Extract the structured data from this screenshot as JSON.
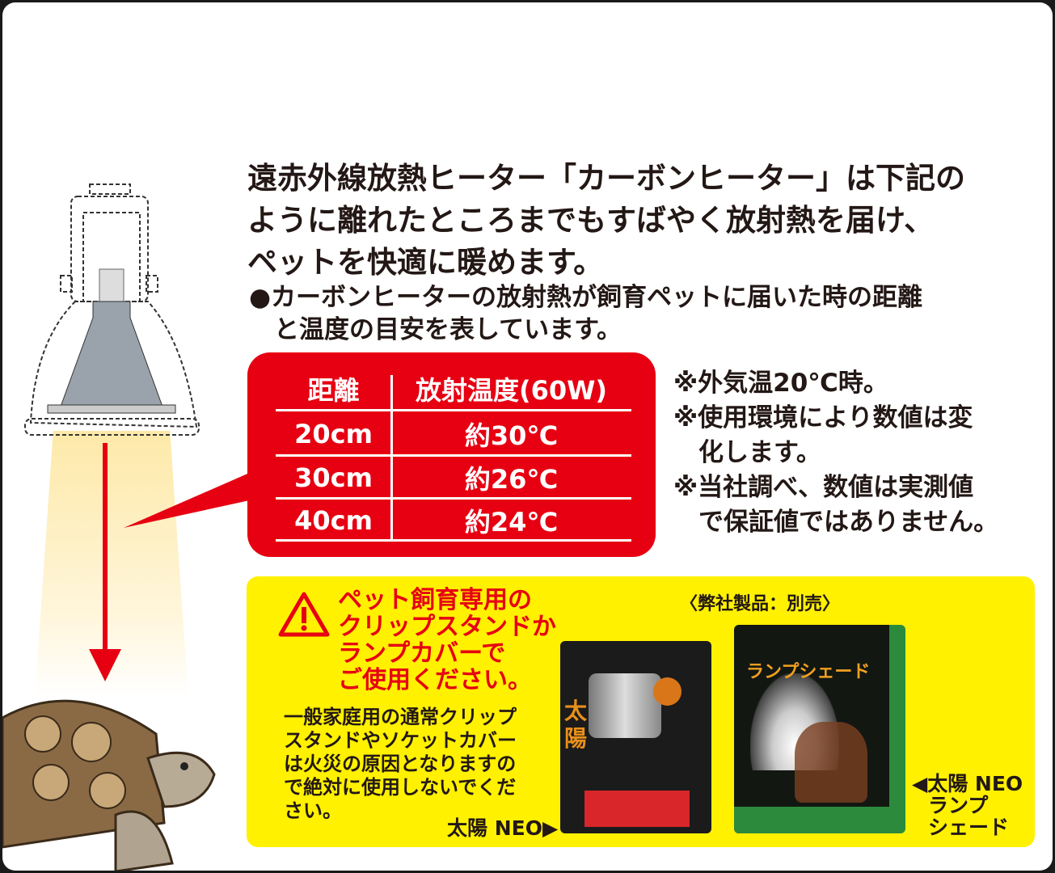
{
  "intro_lines": [
    "遠赤外線放熱ヒーター「カーボンヒーター」は下記の",
    "ように離れたところまでもすばやく放射熱を届け、",
    "ペットを快適に暖めます。"
  ],
  "note_lines": [
    "●カーボンヒーターの放射熱が飼育ペットに届いた時の距離",
    "　と温度の目安を表しています。"
  ],
  "table": {
    "headers": [
      "距離",
      "放射温度(60W)"
    ],
    "rows": [
      [
        "20cm",
        "約30℃"
      ],
      [
        "30cm",
        "約26℃"
      ],
      [
        "40cm",
        "約24℃"
      ]
    ],
    "color": "#e60012"
  },
  "remarks": [
    "※外気温20℃時。",
    "※使用環境により数値は変",
    "　化します。",
    "※当社調べ、数値は実測値",
    "　で保証値ではありません。"
  ],
  "warning": {
    "icon": "warning-triangle-icon",
    "red_lines": [
      "ペット飼育専用の",
      "クリップスタンドか",
      "ランプカバーで",
      "ご使用ください。"
    ],
    "black_lines": [
      "一般家庭用の通常クリップ",
      "スタンドやソケットカバー",
      "は火災の原因となりますの",
      "で絶対に使用しないでくだ",
      "さい。"
    ],
    "background": "#fff100"
  },
  "products": {
    "caption": "〈弊社製品：別売〉",
    "item1_label": "太陽 NEO▶",
    "item2_label_lines": [
      "◀太陽 NEO",
      "ランプ",
      "シェード"
    ],
    "item1_pkg_text": "太陽",
    "item2_pkg_text": "ランプシェード"
  }
}
